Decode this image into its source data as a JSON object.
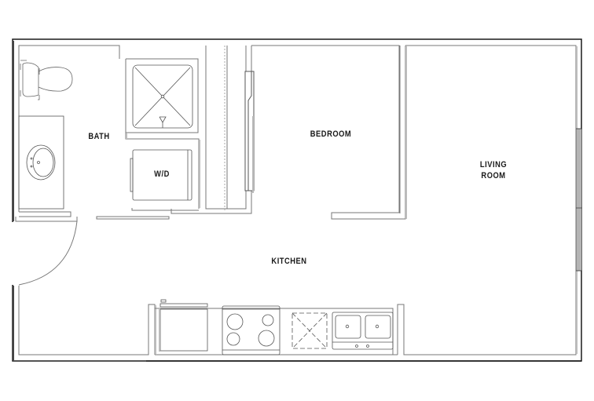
{
  "floorplan": {
    "rooms": [
      {
        "id": "bath",
        "label": "BATH"
      },
      {
        "id": "washer_dryer",
        "label": "W/D"
      },
      {
        "id": "bedroom",
        "label": "BEDROOM"
      },
      {
        "id": "living",
        "label_line1": "LIVING",
        "label_line2": "ROOM"
      },
      {
        "id": "kitchen",
        "label": "KITCHEN"
      }
    ],
    "fixtures": [
      "toilet-icon",
      "sink-icon",
      "shower-icon",
      "washer-dryer-icon",
      "closet-icon",
      "dishwasher-icon",
      "stove-icon",
      "cabinet-icon",
      "double-sink-icon",
      "entry-door-icon",
      "window-icon"
    ],
    "colors": {
      "exterior_wall": "#1a1a1a",
      "interior_wall": "#777777",
      "wall_shadow": "#bbbbbb",
      "fixture_line": "#555555",
      "label": "#1a1a1a"
    }
  }
}
